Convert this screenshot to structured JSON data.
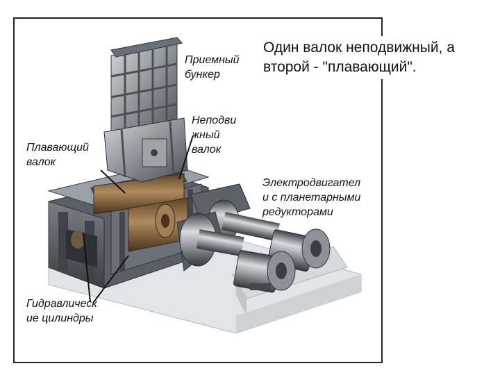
{
  "caption": {
    "line1": "Один валок неподвижный, а",
    "line2": "второй - \"плавающий\"."
  },
  "labels": {
    "hopper": [
      "Приемный",
      "бункер"
    ],
    "fixed_roll": [
      "Неподви",
      "жный",
      "валок"
    ],
    "floating_roll": [
      "Плавающий",
      "валок"
    ],
    "motors": [
      "Электродвигател",
      "и с планетарными",
      "редукторами"
    ],
    "cylinders": [
      "Гидравлическ",
      "ие цилиндры"
    ]
  },
  "colors": {
    "frame_border": "#222222",
    "steel_dark": "#4a4e55",
    "steel_mid": "#8a8f97",
    "steel_light": "#c9ccd1",
    "bronze_roll": "#8b6a45",
    "base_plate": "#e6e7ea"
  }
}
